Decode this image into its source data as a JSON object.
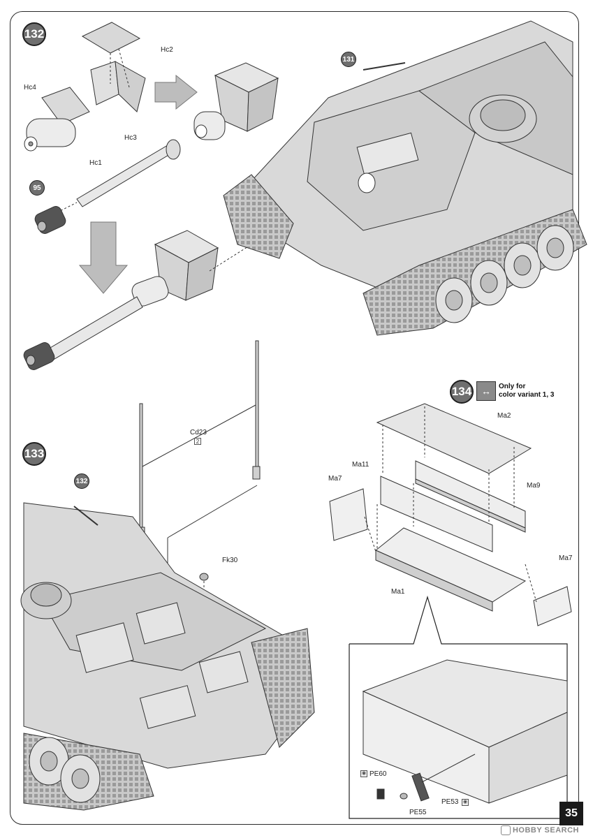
{
  "steps": {
    "s132": "132",
    "s133": "133",
    "s134": "134",
    "ref131": "131",
    "ref132": "132",
    "ref95": "95"
  },
  "variant_note": {
    "line1": "Only for",
    "line2": "color variant 1, 3"
  },
  "parts": {
    "hc2": "Hc2",
    "hc4": "Hc4",
    "hc3": "Hc3",
    "hc1": "Hc1",
    "cd23": "Cd23",
    "cd23_qty": "2",
    "fk30": "Fk30",
    "ma2": "Ma2",
    "ma11": "Ma11",
    "ma7_left": "Ma7",
    "ma9": "Ma9",
    "ma7_right": "Ma7",
    "ma1": "Ma1",
    "pe60": "PE60",
    "pe53": "PE53",
    "pe55": "PE55"
  },
  "page_number": "35",
  "watermark": "HOBBY SEARCH"
}
